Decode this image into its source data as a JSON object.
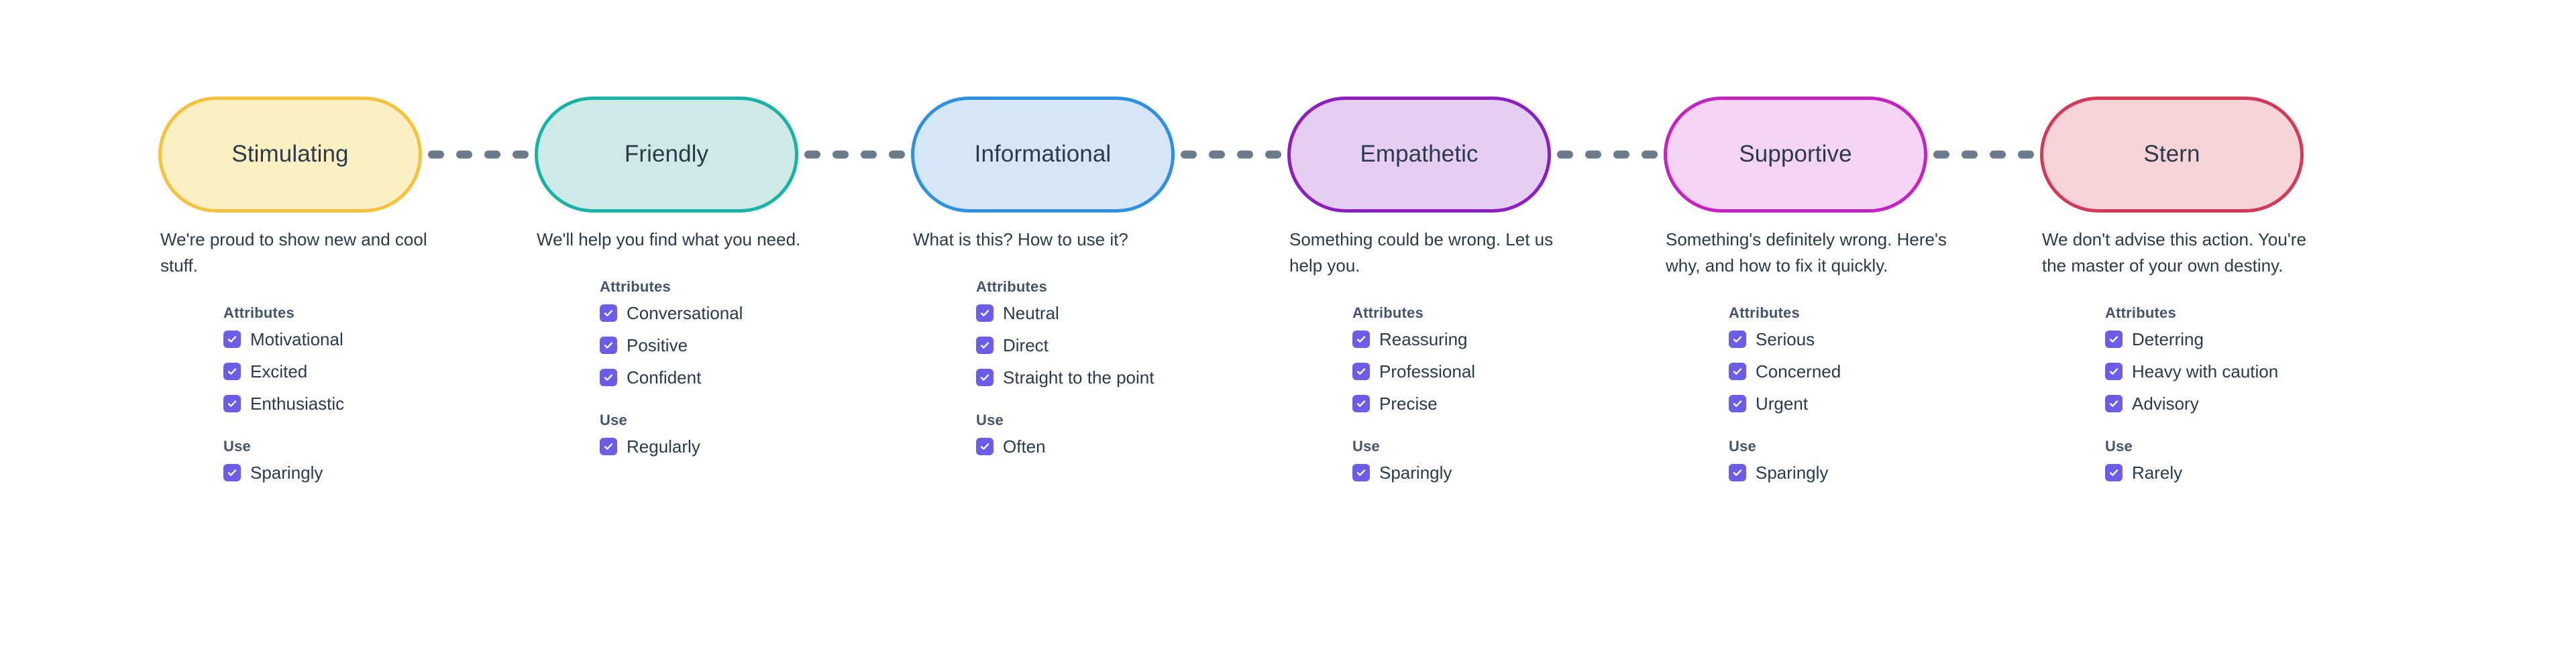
{
  "theme": {
    "background": "#ffffff",
    "text_color": "#2b3a49",
    "heading_color": "#44546a",
    "checkbox_color": "#6c5ce7",
    "connector_color": "#6b7b8c"
  },
  "labels": {
    "attributes_heading": "Attributes",
    "use_heading": "Use",
    "check_icon": "check-icon",
    "connector_icon": "dashed-connector-icon"
  },
  "tones": [
    {
      "name": "Stimulating",
      "fill": "#fcefc4",
      "border": "#f6c23b",
      "description": "We're proud to show new and cool stuff.",
      "attributes": [
        "Motivational",
        "Excited",
        "Enthusiastic"
      ],
      "use": [
        "Sparingly"
      ]
    },
    {
      "name": "Friendly",
      "fill": "#cfeae6",
      "border": "#19b3a6",
      "description": "We'll help you find what you need.",
      "attributes": [
        "Conversational",
        "Positive",
        "Confident"
      ],
      "use": [
        "Regularly"
      ]
    },
    {
      "name": "Informational",
      "fill": "#d4e6f8",
      "border": "#2f8fe0",
      "description": "What is this? How to use it?",
      "attributes": [
        "Neutral",
        "Direct",
        "Straight to the point"
      ],
      "use": [
        "Often"
      ]
    },
    {
      "name": "Empathetic",
      "fill": "#e6cdf2",
      "border": "#8c1fbf",
      "description": "Something could be wrong. Let us help you.",
      "attributes": [
        "Reassuring",
        "Professional",
        "Precise"
      ],
      "use": [
        "Sparingly"
      ]
    },
    {
      "name": "Supportive",
      "fill": "#f4d4f4",
      "border": "#c523bf",
      "description": "Something's definitely wrong. Here's why, and how to fix it quickly.",
      "attributes": [
        "Serious",
        "Concerned",
        "Urgent"
      ],
      "use": [
        "Sparingly"
      ]
    },
    {
      "name": "Stern",
      "fill": "#f7d4d9",
      "border": "#d43a57",
      "description": "We don't advise this action. You're the master of your own destiny.",
      "attributes": [
        "Deterring",
        "Heavy with caution",
        "Advisory"
      ],
      "use": [
        "Rarely"
      ]
    }
  ]
}
